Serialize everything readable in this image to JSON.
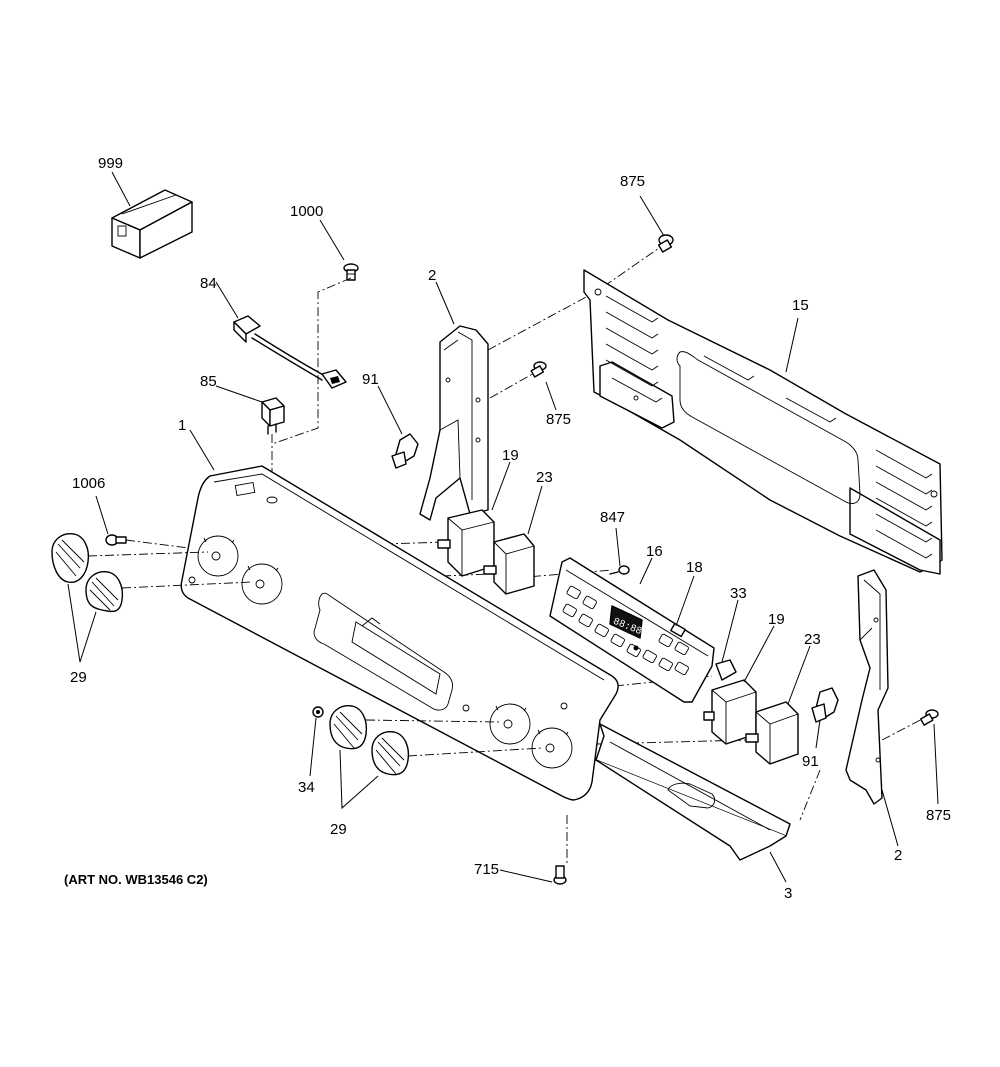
{
  "art_number": "(ART NO. WB13546 C2)",
  "callouts": {
    "c999": "999",
    "c1000": "1000",
    "c84": "84",
    "c85": "85",
    "c1": "1",
    "c1006": "1006",
    "c29a": "29",
    "c29b": "29",
    "c2a": "2",
    "c2b": "2",
    "c91a": "91",
    "c91b": "91",
    "c875a": "875",
    "c875b": "875",
    "c875c": "875",
    "c15": "15",
    "c19a": "19",
    "c19b": "19",
    "c23a": "23",
    "c23b": "23",
    "c847": "847",
    "c16": "16",
    "c18": "18",
    "c33": "33",
    "c34": "34",
    "c715": "715",
    "c3": "3"
  },
  "display_readout": "88:88"
}
